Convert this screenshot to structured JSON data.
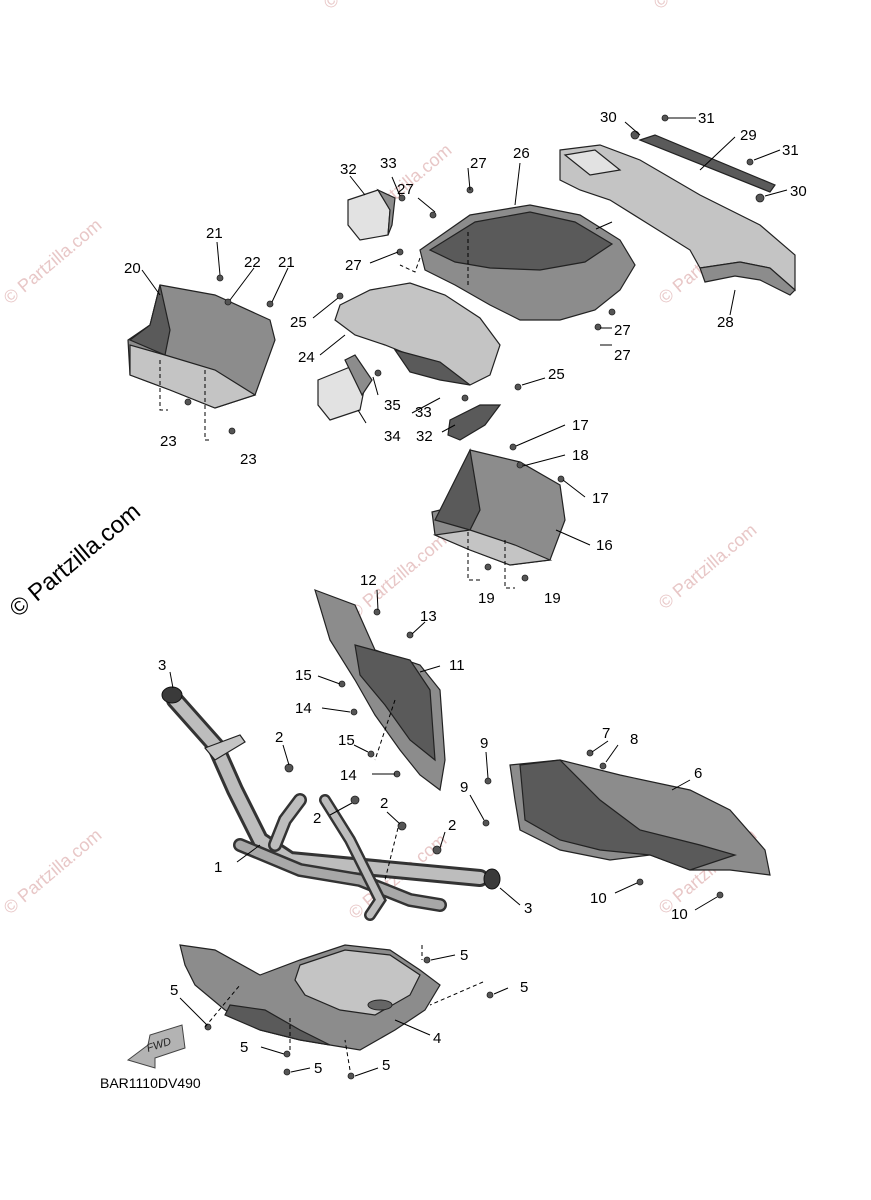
{
  "diagram": {
    "code": "BAR1110DV490",
    "watermark": "© Partzilla.com",
    "direction_label": "FWD",
    "callouts": {
      "c1": "1",
      "c2a": "2",
      "c2b": "2",
      "c2c": "2",
      "c2d": "2",
      "c3a": "3",
      "c3b": "3",
      "c4": "4",
      "c5a": "5",
      "c5b": "5",
      "c5c": "5",
      "c5d": "5",
      "c5e": "5",
      "c5f": "5",
      "c6": "6",
      "c7": "7",
      "c8": "8",
      "c9a": "9",
      "c9b": "9",
      "c10a": "10",
      "c10b": "10",
      "c11": "11",
      "c12": "12",
      "c13": "13",
      "c14a": "14",
      "c14b": "14",
      "c15a": "15",
      "c15b": "15",
      "c16": "16",
      "c17a": "17",
      "c17b": "17",
      "c18": "18",
      "c19a": "19",
      "c19b": "19",
      "c20": "20",
      "c21a": "21",
      "c21b": "21",
      "c22": "22",
      "c23a": "23",
      "c23b": "23",
      "c24": "24",
      "c25a": "25",
      "c25b": "25",
      "c26": "26",
      "c27a": "27",
      "c27b": "27",
      "c27c": "27",
      "c27d": "27",
      "c27e": "27",
      "c28": "28",
      "c29": "29",
      "c30a": "30",
      "c30b": "30",
      "c31a": "31",
      "c31b": "31",
      "c32a": "32",
      "c32b": "32",
      "c33a": "33",
      "c33b": "33",
      "c34": "34",
      "c35": "35"
    }
  }
}
